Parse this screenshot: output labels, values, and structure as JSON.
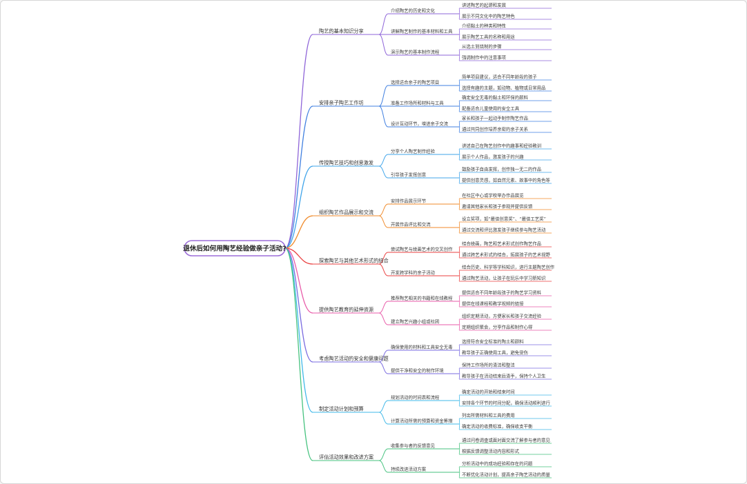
{
  "root": "退休后如何用陶艺经验做亲子活动?",
  "colors": {
    "root_border": "#9b6bd8",
    "branches": [
      "#8e64d8",
      "#3f7fe0",
      "#3fa4ea",
      "#f08a2a",
      "#ea3f3f",
      "#e85aa8",
      "#7a6be0",
      "#3fb8e8",
      "#45c27e"
    ]
  },
  "branches": [
    {
      "label": "陶艺的基本知识分享",
      "children": [
        {
          "label": "介绍陶艺的历史和文化",
          "children": [
            "讲述陶艺的起源和发展",
            "展示不同文化中的陶艺特色"
          ]
        },
        {
          "label": "讲解陶艺制作的基本材料和工具",
          "children": [
            "介绍黏土的种类和特性",
            "展示陶艺工具的名称和用途"
          ]
        },
        {
          "label": "演示陶艺的基本制作流程",
          "children": [
            "从选土到烧制的步骤",
            "强调制作中的注意事项"
          ]
        }
      ]
    },
    {
      "label": "安排亲子陶艺工作坊",
      "children": [
        {
          "label": "选择适合亲子的陶艺项目",
          "children": [
            "简单项目建议，适合不同年龄段的孩子",
            "选择有趣的主题，如动物、植物或日常用品"
          ]
        },
        {
          "label": "准备工作场所和材料与工具",
          "children": [
            "确定安全无毒的黏土和环保的颜料",
            "配备适合儿童使用的安全工具"
          ]
        },
        {
          "label": "设计互动环节，增进亲子交流",
          "children": [
            "家长和孩子一起动手制作陶艺作品",
            "通过共同创作培养亲密的亲子关系"
          ]
        }
      ]
    },
    {
      "label": "传授陶艺技巧和创意激发",
      "children": [
        {
          "label": "分享个人陶艺制作经验",
          "children": [
            "讲述自己在陶艺创作中的趣事和经验教训",
            "展示个人作品，激发孩子的兴趣"
          ]
        },
        {
          "label": "引导孩子发挥创意",
          "children": [
            "鼓励孩子自由发挥，创作独一无二的作品",
            "提供创意灵感，如自然元素、故事中的角色等"
          ]
        }
      ]
    },
    {
      "label": "组织陶艺作品展示和交流",
      "children": [
        {
          "label": "安排作品展示环节",
          "children": [
            "在社区中心或学校举办作品展览",
            "邀请其他家长和孩子参观并提供反馈"
          ]
        },
        {
          "label": "开展作品评比和交流",
          "children": [
            "设立奖项，如“最佳创意奖”、“最佳工艺奖”",
            "通过交流和评比激发孩子继续参与陶艺活动"
          ]
        }
      ]
    },
    {
      "label": "探索陶艺与其他艺术形式的结合",
      "children": [
        {
          "label": "尝试陶艺与绘画艺术的交叉创作",
          "children": [
            "结合绘画，陶艺和艺术形式创作陶艺作品",
            "通过跨艺术形式的结合，拓展孩子的艺术视野"
          ]
        },
        {
          "label": "开发跨学科的亲子活动",
          "children": [
            "结合历史、科学等学科知识，进行主题陶艺创作",
            "通过陶艺活动，让孩子在玩乐中学习新知识"
          ]
        }
      ]
    },
    {
      "label": "提供陶艺教育的延伸资源",
      "children": [
        {
          "label": "推荐陶艺相关的书籍和在线教程",
          "children": [
            "提供适合不同年龄段孩子的陶艺学习资料",
            "提供在线课程和教学视频的链接"
          ]
        },
        {
          "label": "建立陶艺兴趣小组或社团",
          "children": [
            "组织定期活动，方便家长和孩子交流经验",
            "定期组织聚会，分享作品和制作心得"
          ]
        }
      ]
    },
    {
      "label": "考虑陶艺活动的安全和健康问题",
      "children": [
        {
          "label": "确保使用的材料和工具安全无毒",
          "children": [
            "选择符合安全标准的陶土和颜料",
            "教导孩子正确使用工具，避免受伤"
          ]
        },
        {
          "label": "提供干净和安全的制作环境",
          "children": [
            "保持工作场所的清洁和整洁",
            "教导孩子在活动结束后清手，保持个人卫生"
          ]
        }
      ]
    },
    {
      "label": "制定活动计划和预算",
      "children": [
        {
          "label": "规划活动的时间表和流程",
          "children": [
            "确定活动的开始和结束时间",
            "安排各个环节的时间分配，确保活动顺利进行"
          ]
        },
        {
          "label": "计算活动所需的预算和资金筹措",
          "children": [
            "列出所需材料和工具的费用",
            "确定活动的收费标准，确保收支平衡"
          ]
        }
      ]
    },
    {
      "label": "评估活动效果和改进方案",
      "children": [
        {
          "label": "收集参与者的反馈意见",
          "children": [
            "通过问卷调查或面对面交流了解参与者的意见",
            "根据反馈调整活动内容和形式"
          ]
        },
        {
          "label": "持续改进活动方案",
          "children": [
            "分析活动中的成功经验和存在的问题",
            "不断优化活动计划，提高亲子陶艺活动的质量"
          ]
        }
      ]
    }
  ]
}
